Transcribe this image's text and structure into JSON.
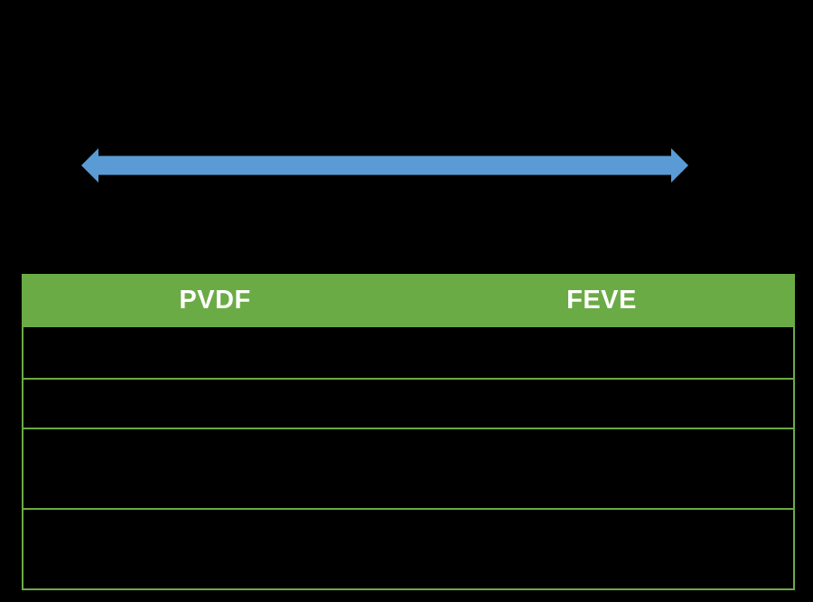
{
  "colors": {
    "background": "#000000",
    "arrow_blue": "#5B9BD5",
    "table_green": "#6BAB46",
    "header_text": "#FFFFFF"
  },
  "arrow": {
    "icon": "double-headed-horizontal-arrow"
  },
  "table": {
    "headers": [
      {
        "label": "PVDF"
      },
      {
        "label": "FEVE"
      }
    ],
    "rows": [
      {
        "cells": [
          "",
          ""
        ]
      },
      {
        "cells": [
          "",
          ""
        ]
      },
      {
        "cells": [
          "",
          ""
        ]
      },
      {
        "cells": [
          "",
          ""
        ]
      }
    ]
  }
}
